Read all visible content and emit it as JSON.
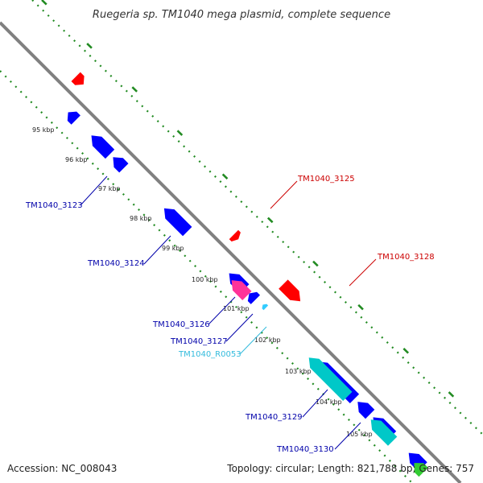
{
  "title": "Ruegeria sp. TM1040 mega plasmid, complete sequence",
  "footer": {
    "accession": "Accession: NC_008043",
    "summary": "Topology: circular; Length: 821,788 bp; Genes: 757"
  },
  "colors": {
    "backbone": "#808080",
    "tick_dots": "#228B22",
    "forward_cds": "#ff0000",
    "reverse_cds": "#0000ff",
    "pink_cds": "#ff3399",
    "rna": "#00c8c8",
    "cyan_rna": "#33ccff",
    "green_cds": "#33cc33",
    "forward_label": "#cc0000",
    "reverse_label": "#0000aa",
    "rna_label": "#33bbdd"
  },
  "kbp_labels": [
    "95 kbp",
    "96 kbp",
    "97 kbp",
    "98 kbp",
    "99 kbp",
    "100 kbp",
    "101 kbp",
    "102 kbp",
    "103 kbp",
    "104 kbp",
    "105 kbp"
  ],
  "gene_labels": [
    {
      "text": "TM1040_3125",
      "kind": "forward"
    },
    {
      "text": "TM1040_3128",
      "kind": "forward"
    },
    {
      "text": "TM1040_3123",
      "kind": "reverse"
    },
    {
      "text": "TM1040_3124",
      "kind": "reverse"
    },
    {
      "text": "TM1040_3126",
      "kind": "reverse"
    },
    {
      "text": "TM1040_3127",
      "kind": "reverse"
    },
    {
      "text": "TM1040_R0053",
      "kind": "rna"
    },
    {
      "text": "TM1040_3129",
      "kind": "reverse"
    },
    {
      "text": "TM1040_3130",
      "kind": "reverse"
    }
  ],
  "features": [
    {
      "strand": "forward",
      "color_key": "forward_cds",
      "start_kbp": 94.3,
      "end_kbp": 94.55
    },
    {
      "strand": "reverse",
      "color_key": "reverse_cds",
      "start_kbp": 94.75,
      "end_kbp": 95.0
    },
    {
      "strand": "reverse",
      "color_key": "reverse_cds",
      "start_kbp": 95.5,
      "end_kbp": 96.1
    },
    {
      "strand": "reverse",
      "color_key": "reverse_cds",
      "start_kbp": 96.2,
      "end_kbp": 96.55
    },
    {
      "strand": "reverse",
      "color_key": "reverse_cds",
      "start_kbp": 97.85,
      "end_kbp": 98.6
    },
    {
      "strand": "forward",
      "color_key": "forward_cds",
      "start_kbp": 99.4,
      "end_kbp": 99.55
    },
    {
      "strand": "reverse",
      "color_key": "reverse_cds",
      "start_kbp": 99.95,
      "end_kbp": 100.45
    },
    {
      "strand": "reverse",
      "color_key": "pink_cds",
      "start_kbp": 100.1,
      "end_kbp": 100.6
    },
    {
      "strand": "reverse",
      "color_key": "reverse_cds",
      "start_kbp": 100.6,
      "end_kbp": 100.8
    },
    {
      "strand": "reverse",
      "color_key": "cyan_rna",
      "start_kbp": 101.0,
      "end_kbp": 101.1
    },
    {
      "strand": "forward",
      "color_key": "forward_cds",
      "start_kbp": 101.0,
      "end_kbp": 101.55
    },
    {
      "strand": "reverse",
      "color_key": "reverse_cds",
      "start_kbp": 102.8,
      "end_kbp": 104.0
    },
    {
      "strand": "reverse",
      "color_key": "rna",
      "start_kbp": 102.6,
      "end_kbp": 103.85
    },
    {
      "strand": "reverse",
      "color_key": "reverse_cds",
      "start_kbp": 104.1,
      "end_kbp": 104.5
    },
    {
      "strand": "reverse",
      "color_key": "reverse_cds",
      "start_kbp": 104.6,
      "end_kbp": 105.2
    },
    {
      "strand": "reverse",
      "color_key": "rna",
      "start_kbp": 104.6,
      "end_kbp": 105.3
    },
    {
      "strand": "reverse",
      "color_key": "reverse_cds",
      "start_kbp": 105.75,
      "end_kbp": 106.2
    },
    {
      "strand": "reverse",
      "color_key": "green_cds",
      "start_kbp": 106.0,
      "end_kbp": 106.3
    }
  ]
}
